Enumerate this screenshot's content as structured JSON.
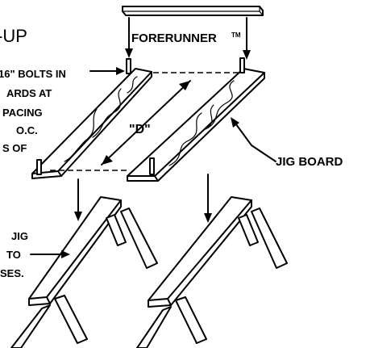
{
  "heading": "-UP",
  "labels": {
    "forerunner": "FORERUNNER",
    "forerunner_tm": "TM",
    "bolts_line1": "16\" BOLTS IN",
    "bolts_line2": "ARDS AT",
    "bolts_line3": "PACING",
    "bolts_line4": "O.C.",
    "bolts_line5": "S OF",
    "dimension_d": "\"D\"",
    "jig_board": "JIG BOARD",
    "jig_line1": "JIG",
    "jig_line2": "TO",
    "jig_line3": "SES."
  },
  "colors": {
    "ink": "#000000",
    "paper": "#ffffff"
  }
}
